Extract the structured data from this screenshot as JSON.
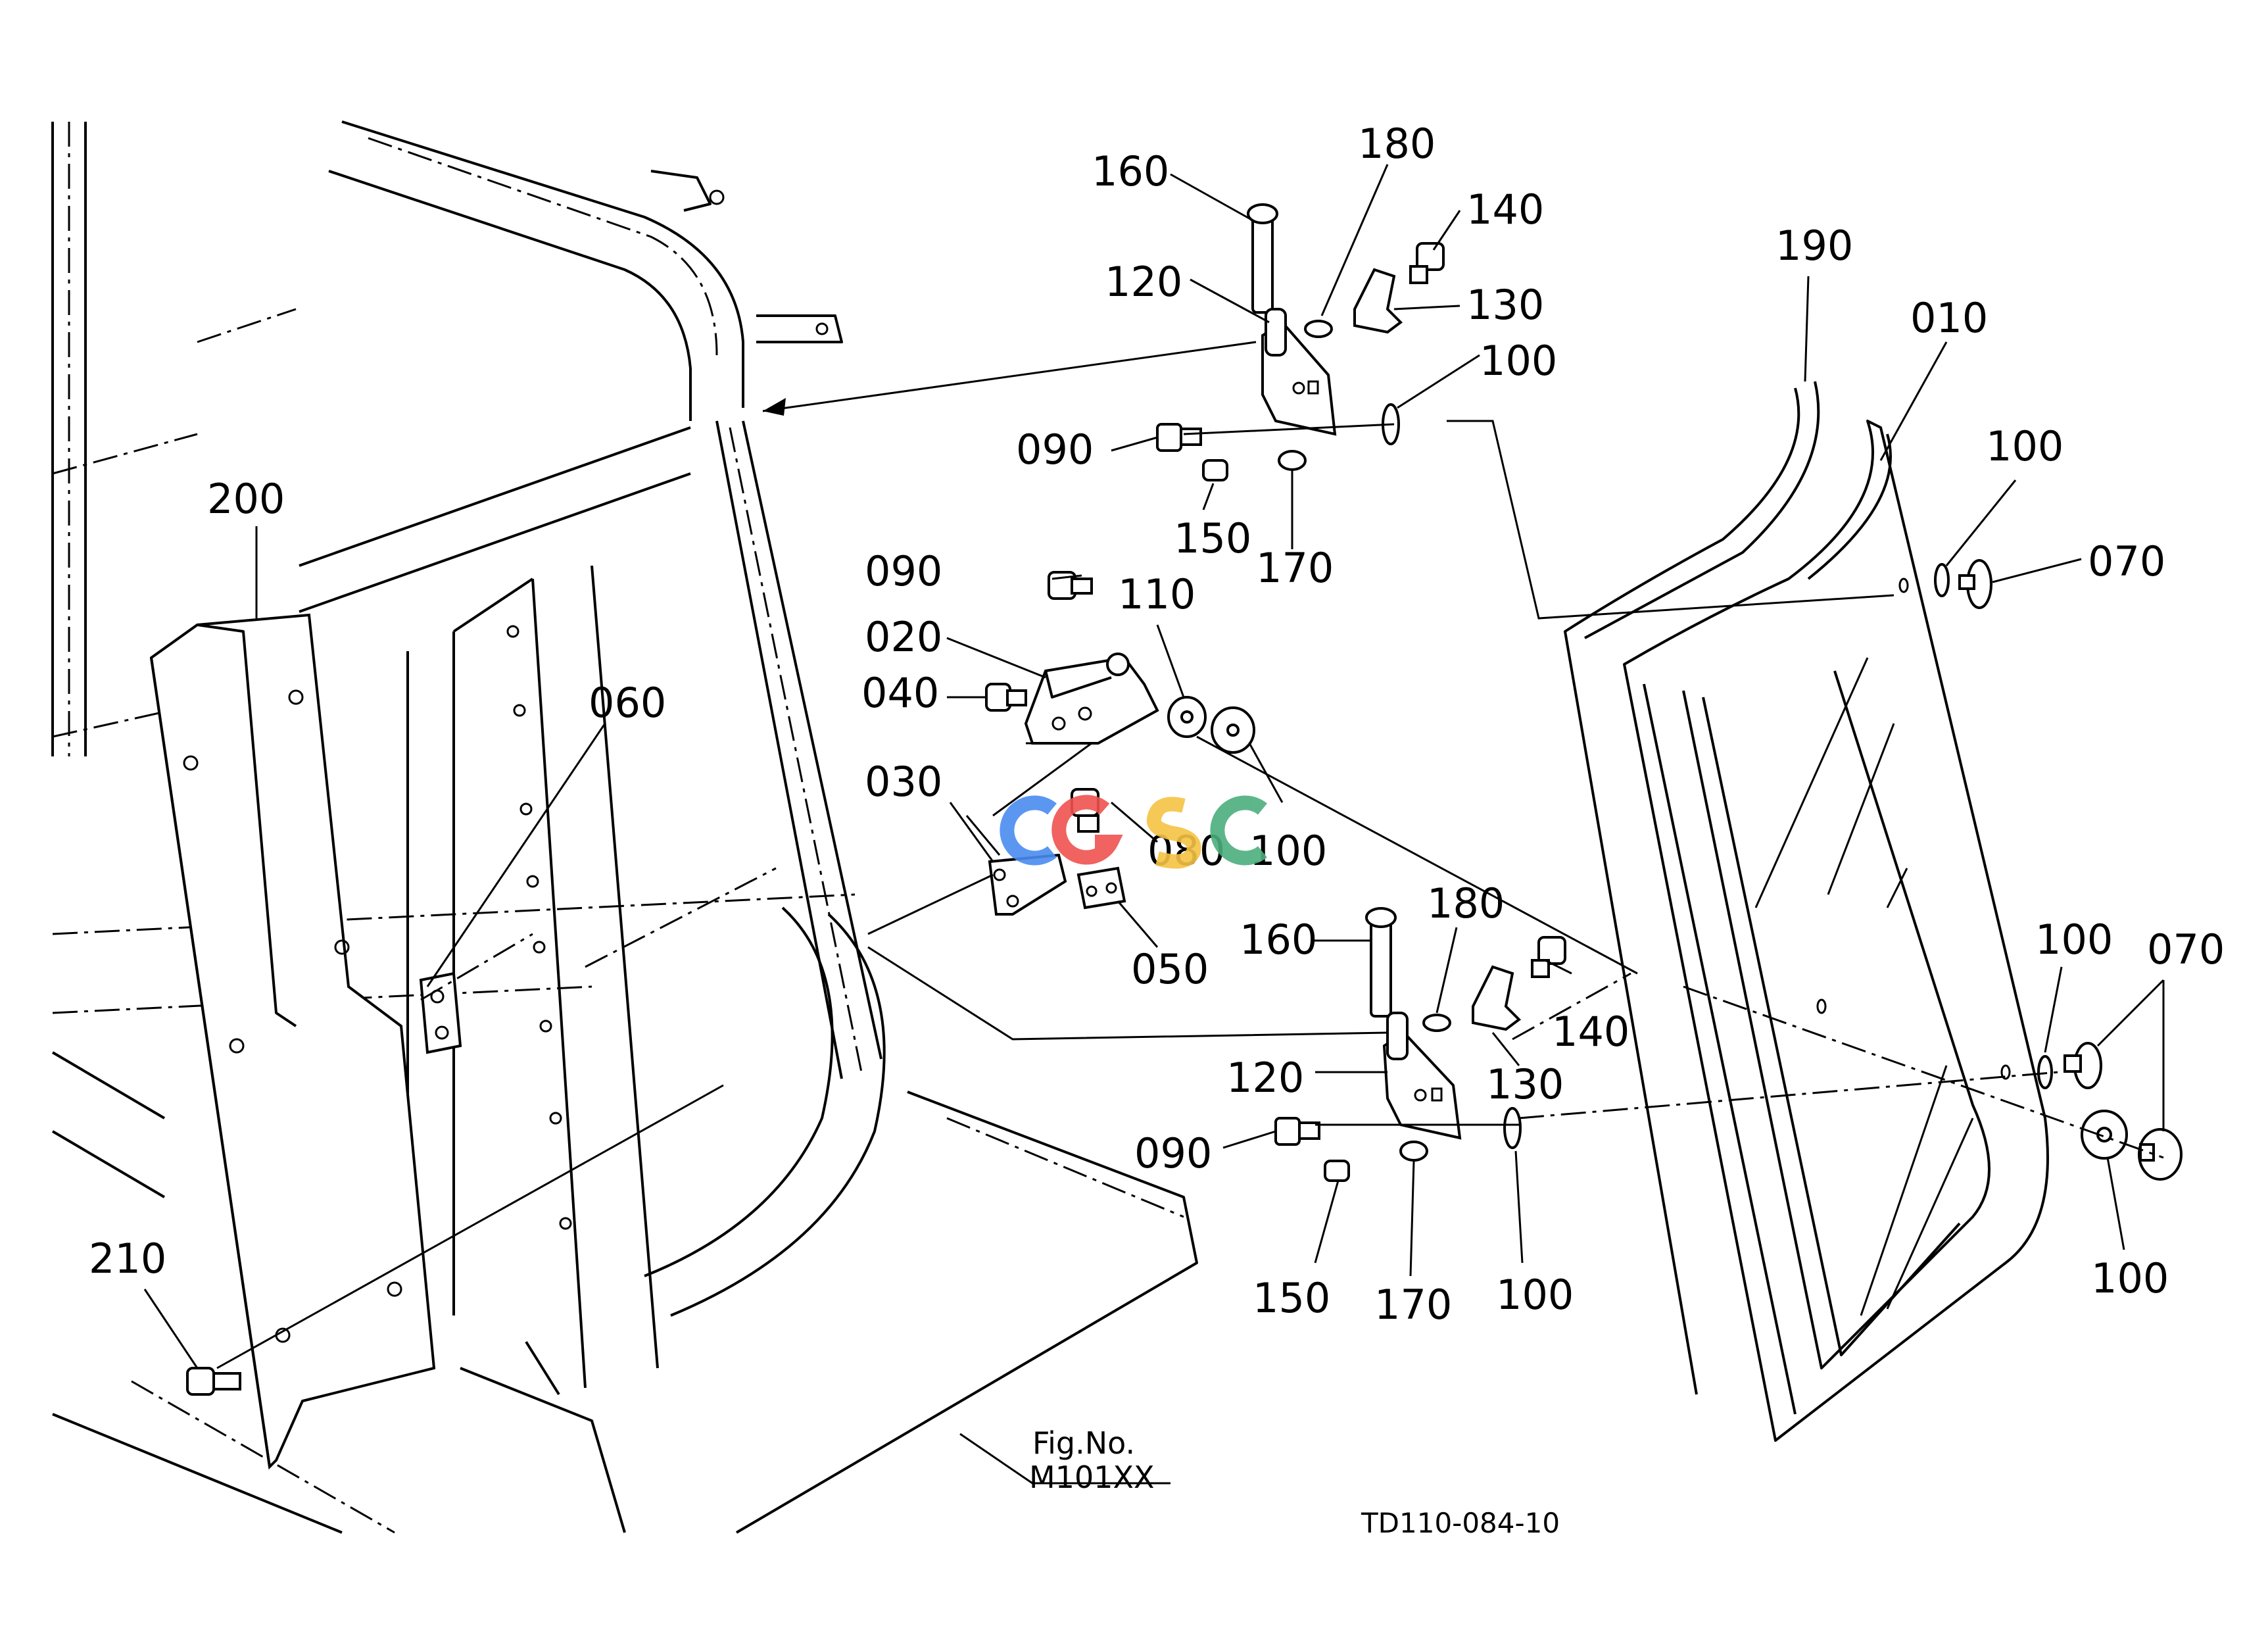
{
  "callouts": [
    {
      "id": "c160a",
      "label": "160"
    },
    {
      "id": "c180a",
      "label": "180"
    },
    {
      "id": "c140a",
      "label": "140"
    },
    {
      "id": "c120a",
      "label": "120"
    },
    {
      "id": "c130a",
      "label": "130"
    },
    {
      "id": "c100a",
      "label": "100"
    },
    {
      "id": "c090a",
      "label": "090"
    },
    {
      "id": "c150a",
      "label": "150"
    },
    {
      "id": "c170a",
      "label": "170"
    },
    {
      "id": "c190",
      "label": "190"
    },
    {
      "id": "c010",
      "label": "010"
    },
    {
      "id": "c100b",
      "label": "100"
    },
    {
      "id": "c070a",
      "label": "070"
    },
    {
      "id": "c200",
      "label": "200"
    },
    {
      "id": "c090b",
      "label": "090"
    },
    {
      "id": "c110",
      "label": "110"
    },
    {
      "id": "c020",
      "label": "020"
    },
    {
      "id": "c040",
      "label": "040"
    },
    {
      "id": "c060",
      "label": "060"
    },
    {
      "id": "c030",
      "label": "030"
    },
    {
      "id": "c080",
      "label": "080"
    },
    {
      "id": "c100c",
      "label": "100"
    },
    {
      "id": "c050",
      "label": "050"
    },
    {
      "id": "c160b",
      "label": "160"
    },
    {
      "id": "c180b",
      "label": "180"
    },
    {
      "id": "c140b",
      "label": "140"
    },
    {
      "id": "c130b",
      "label": "130"
    },
    {
      "id": "c120b",
      "label": "120"
    },
    {
      "id": "c090c",
      "label": "090"
    },
    {
      "id": "c150b",
      "label": "150"
    },
    {
      "id": "c170b",
      "label": "170"
    },
    {
      "id": "c100d",
      "label": "100"
    },
    {
      "id": "c100e",
      "label": "100"
    },
    {
      "id": "c070b",
      "label": "070"
    },
    {
      "id": "c100f",
      "label": "100"
    },
    {
      "id": "c210",
      "label": "210"
    }
  ],
  "reference": {
    "line1": "Fig.No.",
    "line2": "M101XX"
  },
  "drawing_code": "TD110-084-10",
  "watermark": {
    "text": "CGSC",
    "colors": [
      "#4a8cf0",
      "#ef5350",
      "#f6c343",
      "#4caf7d"
    ]
  }
}
